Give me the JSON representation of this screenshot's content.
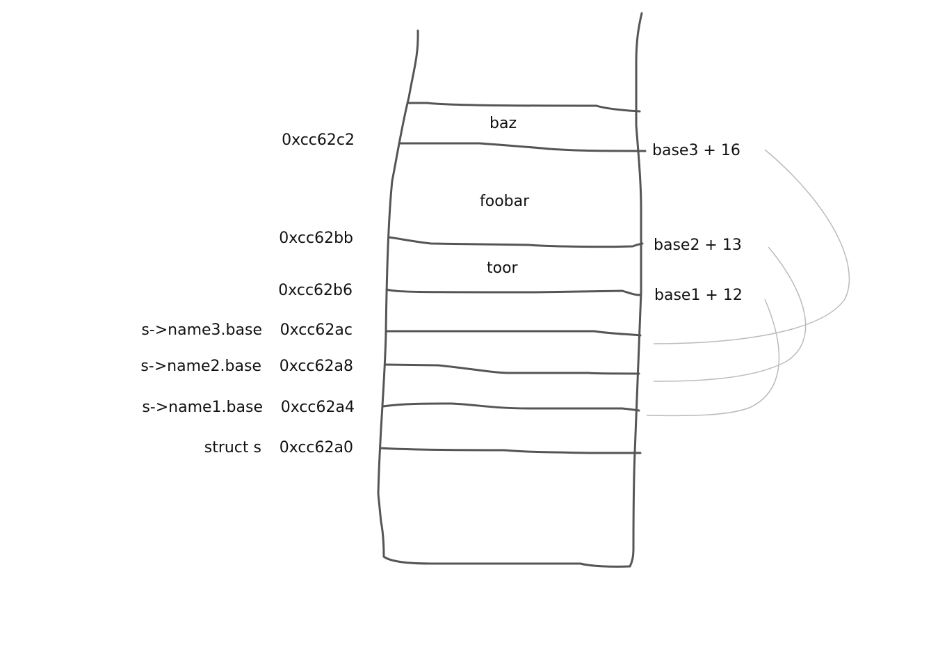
{
  "cells": [
    "baz",
    "foobar",
    "toor"
  ],
  "addresses": [
    {
      "name": "",
      "addr": "0xcc62c2"
    },
    {
      "name": "",
      "addr": "0xcc62bb"
    },
    {
      "name": "",
      "addr": "0xcc62b6"
    },
    {
      "name": "s->name3.base",
      "addr": "0xcc62ac"
    },
    {
      "name": "s->name2.base",
      "addr": "0xcc62a8"
    },
    {
      "name": "s->name1.base",
      "addr": "0xcc62a4"
    },
    {
      "name": "struct s",
      "addr": "0xcc62a0"
    }
  ],
  "offsets": [
    "base3 + 16",
    "base2 + 13",
    "base1 + 12"
  ],
  "colors": {
    "stroke": "#555555",
    "arc": "#bbbbbb"
  }
}
